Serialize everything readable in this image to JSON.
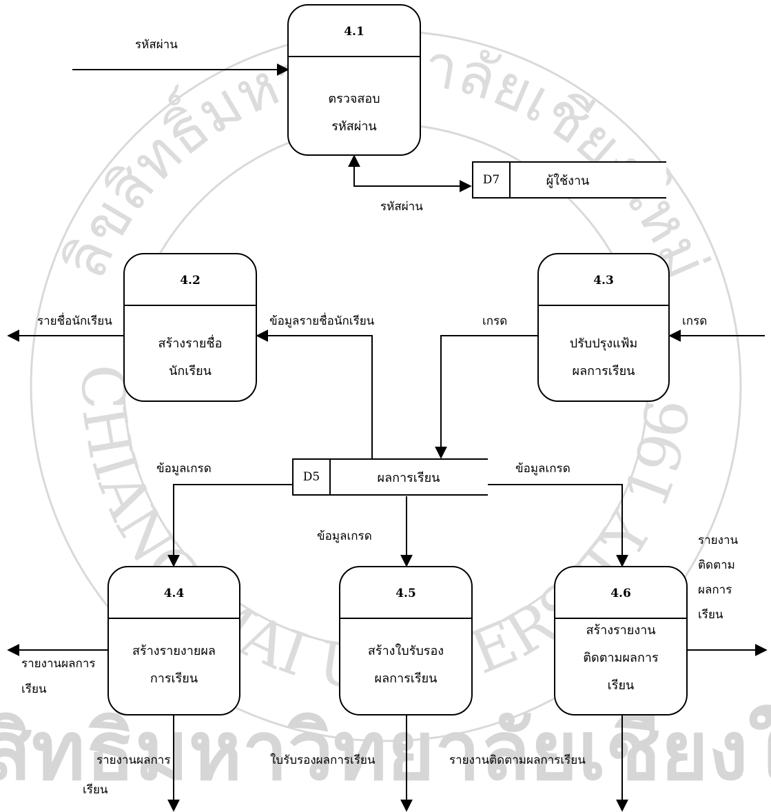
{
  "processes": [
    {
      "id": "4.1",
      "name_lines": [
        "ตรวจสอบ",
        "รหัสผ่าน"
      ]
    },
    {
      "id": "4.2",
      "name_lines": [
        "สร้างรายชื่อ",
        "นักเรียน"
      ]
    },
    {
      "id": "4.3",
      "name_lines": [
        "ปรับปรุงแฟ้ม",
        "ผลการเรียน"
      ]
    },
    {
      "id": "4.4",
      "name_lines": [
        "สร้างรายงายผล",
        "การเรียน"
      ]
    },
    {
      "id": "4.5",
      "name_lines": [
        "สร้างใบรับรอง",
        "ผลการเรียน"
      ]
    },
    {
      "id": "4.6",
      "name_lines": [
        "สร้างรายงาน",
        "ติดตามผลการ",
        "เรียน"
      ]
    }
  ],
  "stores": [
    {
      "id": "D7",
      "name": "ผู้ใช้งาน"
    },
    {
      "id": "D5",
      "name": "ผลการเรียน"
    }
  ],
  "flows": {
    "password_in": "รหัสผ่าน",
    "password_store": "รหัสผ่าน",
    "student_list_out": "รายชื่อนักเรียน",
    "student_list_data": "ข้อมูลรายชื่อนักเรียน",
    "grade_in": "เกรด",
    "grade_to_store": "เกรด",
    "grade_data_left": "ข้อมูลเกรด",
    "grade_data_mid": "ข้อมูลเกรด",
    "grade_data_right": "ข้อมูลเกรด",
    "report_left": [
      "รายงานผลการ",
      "เรียน"
    ],
    "report_down_44": [
      "รายงานผลการ",
      "เรียน"
    ],
    "cert_down_45": "ใบรับรองผลการเรียน",
    "tracking_down_46": "รายงานติดตามผลการเรียน",
    "tracking_right": [
      "รายงาน",
      "ติดตาม",
      "ผลการ",
      "เรียน"
    ]
  },
  "watermark": {
    "arc_top": "ลิขสิทธิ์มหาวิทยาลัยเชียงใหม่",
    "arc_bottom": "CHIANG MAI UNIVERSITY 1964",
    "band": "ลิขสิทธิ์มหาวิทยาลัยเชียงใหม่",
    "color": "#d9d9d9"
  }
}
